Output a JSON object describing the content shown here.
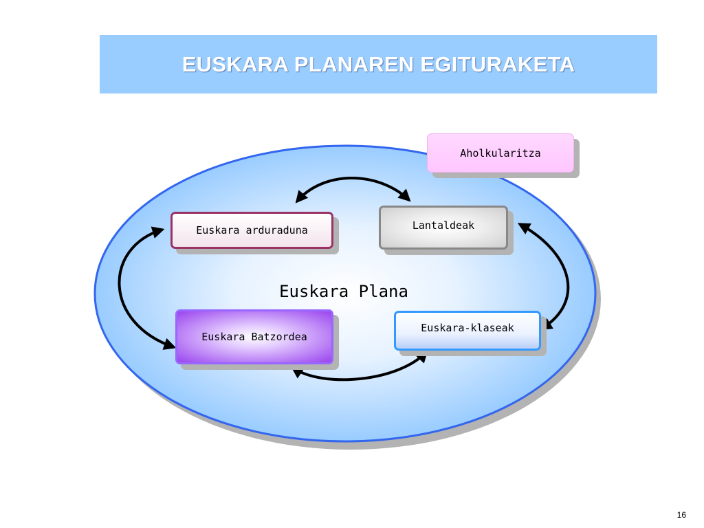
{
  "title": "EUSKARA PLANAREN EGITURAKETA",
  "center_label": "Euskara Plana",
  "nodes": {
    "aholkularitza": "Aholkularitza",
    "arduraduna": "Euskara arduraduna",
    "lantaldeak": "Lantaldeak",
    "batzordea": "Euskara Batzordea",
    "klaseak": "Euskara-klaseak"
  },
  "page_number": "16",
  "colors": {
    "title_bar": "#99ccff",
    "ellipse_border": "#3366ee",
    "arduraduna_border": "#993366",
    "lantaldeak_border": "#888888",
    "batzordea_fill": "#9944ee",
    "klaseak_border": "#3399ff",
    "aholkularitza_fill": "#ffccff"
  }
}
